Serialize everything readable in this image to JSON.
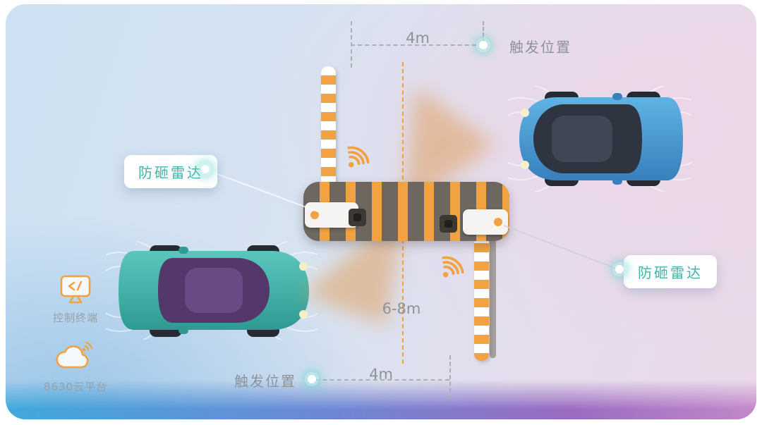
{
  "colors": {
    "orange": "#F2A241",
    "teal": "#3DB5AD",
    "gray-text": "#8D9399",
    "gate": "#6E6760",
    "band-left": "#3FA9DC",
    "band-right": "#9A6BC2"
  },
  "callout_left": {
    "label": "防砸雷达"
  },
  "callout_right": {
    "label": "防砸雷达"
  },
  "trigger_top": {
    "label": "触发位置"
  },
  "trigger_bottom": {
    "label": "触发位置"
  },
  "measure": {
    "top": "4m",
    "bottom": "4m",
    "depth": "6-8m"
  },
  "terminal": {
    "label": "控制终端"
  },
  "cloud": {
    "label": "8630云平台"
  }
}
